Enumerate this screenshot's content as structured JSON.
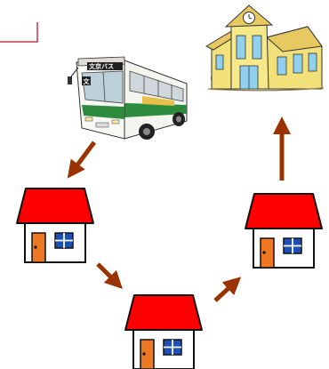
{
  "diagram": {
    "bus": {
      "destination_sign": "文京バス",
      "route_plate": "文",
      "icon": "bus-icon"
    },
    "school": {
      "icon": "school-building-icon"
    },
    "houses": [
      {
        "id": "house-1",
        "icon": "house-icon"
      },
      {
        "id": "house-2",
        "icon": "house-icon"
      },
      {
        "id": "house-3",
        "icon": "house-icon"
      }
    ],
    "arrows": [
      {
        "id": "bus-to-house-1",
        "icon": "arrow-down-left-icon"
      },
      {
        "id": "house-1-to-house-2",
        "icon": "arrow-down-right-icon"
      },
      {
        "id": "house-2-to-house-3",
        "icon": "arrow-up-right-icon"
      },
      {
        "id": "house-3-to-school",
        "icon": "arrow-up-icon"
      }
    ],
    "colors": {
      "roof": "#ff0000",
      "door": "#ee7722",
      "window": "#1d4fb8",
      "arrow": "#993300",
      "bus_body": "#f5f5f0",
      "bus_stripe": "#2e8b3e",
      "school_wall": "#f2e07a",
      "school_roof": "#e8c860",
      "school_glass": "#8fd0ef",
      "tree": "#3c9a3c",
      "corner_mark": "#c8324a"
    }
  }
}
